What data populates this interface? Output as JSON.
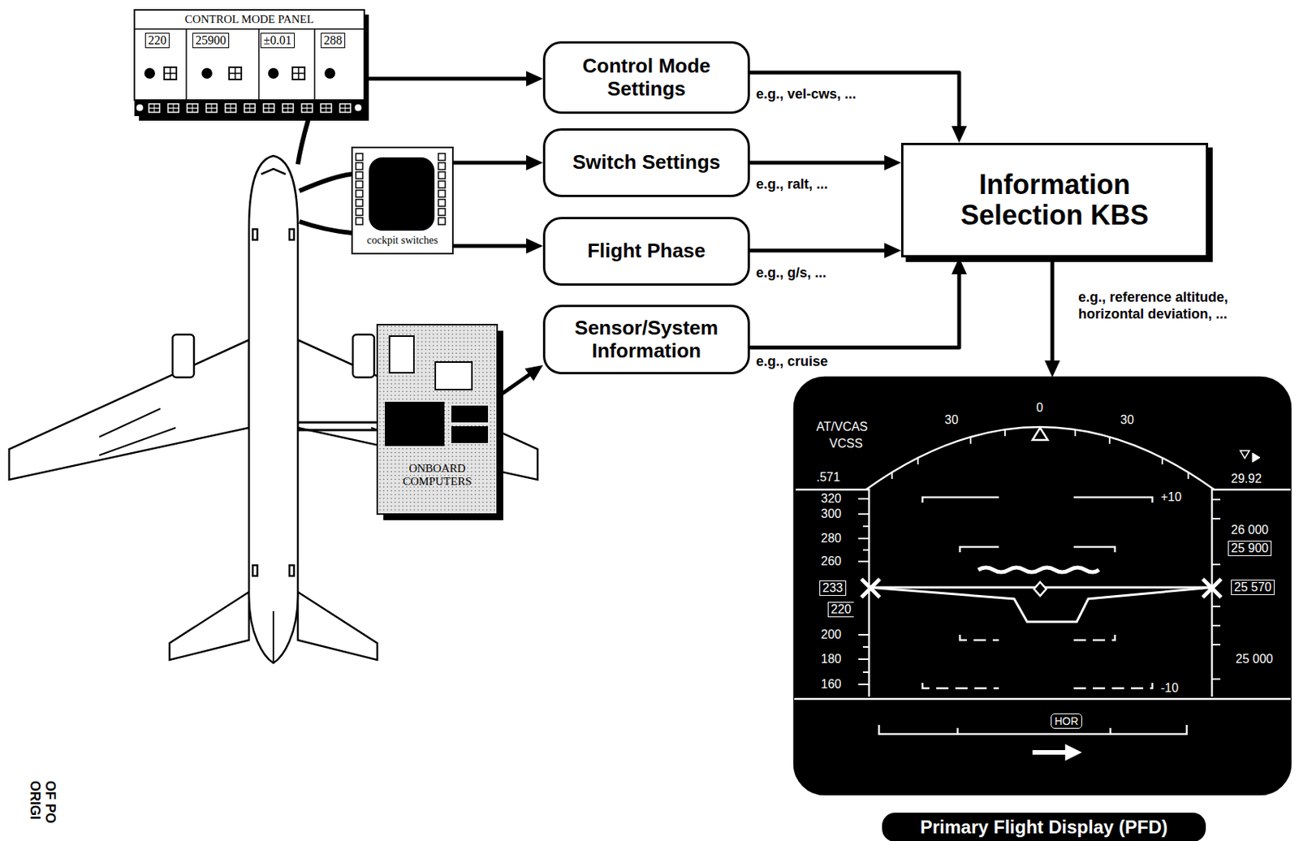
{
  "diagram": {
    "nodes": [
      {
        "text": [
          "CONTROL MODE PANEL",
          "220",
          "25900",
          "±0.01",
          "288"
        ]
      },
      {
        "text": [
          "cockpit switches"
        ]
      },
      {
        "text": [
          "Control Mode Settings"
        ]
      },
      {
        "text": [
          "Switch Settings"
        ]
      },
      {
        "text": [
          "Flight Phase"
        ]
      },
      {
        "text": [
          "ONBOARD COMPUTERS"
        ]
      },
      {
        "text": [
          "Sensor/System Information"
        ]
      },
      {
        "text": [
          "Information Selection KBS"
        ]
      },
      {
        "text": [
          "AT/VCAS",
          "VCSS",
          ".571",
          "30",
          "0",
          "30",
          "29.92",
          "320",
          "300",
          "280",
          "260",
          "233",
          "220",
          "200",
          "180",
          "160",
          "+10",
          "-10",
          "26 000",
          "25 900",
          "25 570",
          "25 000",
          "HOR"
        ]
      },
      {
        "text": [
          "Primary Flight Display (PFD)"
        ]
      }
    ],
    "edges": [
      {
        "from": 0,
        "to": 2,
        "arrow": "to"
      },
      {
        "from": 1,
        "to": 3,
        "arrow": "to"
      },
      {
        "from": 1,
        "to": 4,
        "arrow": "to"
      },
      {
        "from": 5,
        "to": 6,
        "arrow": "to"
      },
      {
        "from": 2,
        "to": 7,
        "label": "e.g., vel-cws, ...",
        "arrow": "to"
      },
      {
        "from": 3,
        "to": 7,
        "label": "e.g., ralt, ...",
        "arrow": "to"
      },
      {
        "from": 4,
        "to": 7,
        "label": "e.g., g/s, ...",
        "arrow": "to"
      },
      {
        "from": 6,
        "to": 7,
        "label": "e.g., cruise",
        "arrow": "to"
      },
      {
        "from": 7,
        "to": 8,
        "label": "e.g., reference altitude, horizontal deviation, ...",
        "arrow": "to"
      }
    ],
    "labels": [
      "ORIGI",
      "OF PO"
    ]
  }
}
